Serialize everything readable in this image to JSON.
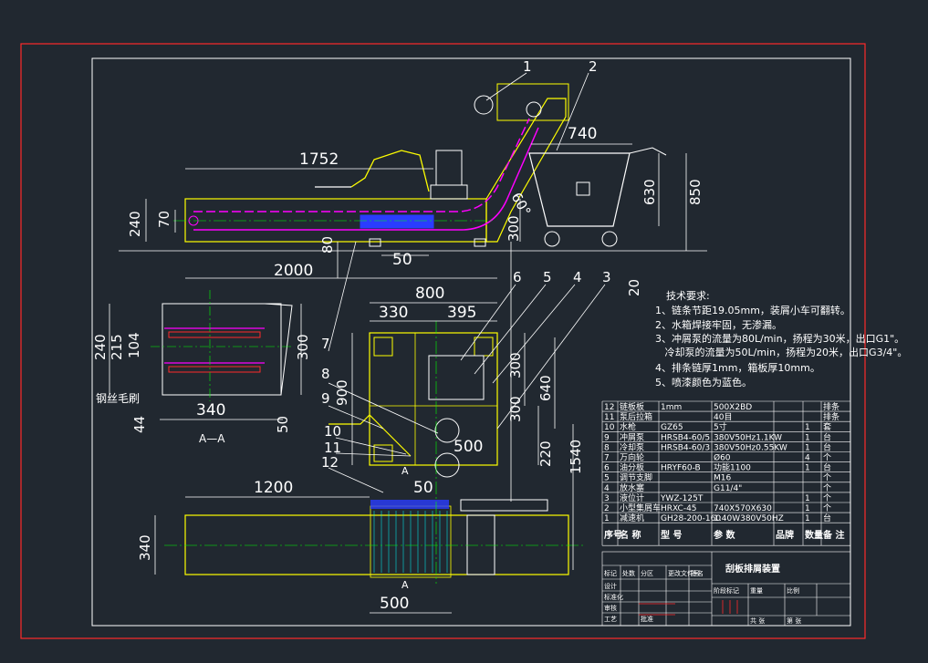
{
  "drawing_title": "刮板排屑装置",
  "balloons": [
    "1",
    "2",
    "3",
    "4",
    "5",
    "6",
    "7",
    "8",
    "9",
    "10",
    "11",
    "12"
  ],
  "dims_top": {
    "d1752": "1752",
    "d740": "740",
    "d850": "850",
    "d630": "630",
    "d240": "240",
    "d70": "70",
    "d60": "60°",
    "d300": "300",
    "d80": "80",
    "d50": "50",
    "d2000": "2000"
  },
  "dims_plan": {
    "d800": "800",
    "d330": "330",
    "d395": "395",
    "d20": "20",
    "d900": "900",
    "d300a": "300",
    "d640": "640",
    "d300b": "300",
    "d500c": "500",
    "d220": "220",
    "d1540": "1540",
    "d1200": "1200",
    "d340": "340",
    "d500": "500",
    "d50s": "50",
    "secA1": "A",
    "secA2": "A"
  },
  "dims_section": {
    "d240": "240",
    "d215": "215",
    "d104": "104",
    "d300": "300",
    "d340": "340",
    "d44": "44",
    "d50": "50",
    "label": "钢丝毛刷",
    "section_name": "A—A"
  },
  "notes": {
    "title": "技术要求:",
    "lines": [
      "1、链条节距19.05mm，装屑小车可翻转。",
      "2、水箱焊接牢固，无渗漏。",
      "3、冲屑泵的流量为80L/min，扬程为30米，出口G1\"。",
      "   冷却泵的流量为50L/min，扬程为20米，出口G3/4\"。",
      "4、排条链厚1mm，箱板厚10mm。",
      "5、喷漆颜色为蓝色。"
    ]
  },
  "parts_table": {
    "header": [
      "序号",
      "名  称",
      "型  号",
      "参  数",
      "品牌",
      "数量",
      "备 注"
    ],
    "rows": [
      [
        "12",
        "链板板",
        "1mm",
        "500X2BD",
        "",
        "",
        "排条"
      ],
      [
        "11",
        "泵后拉箱",
        "",
        "40目",
        "",
        "",
        "排条"
      ],
      [
        "10",
        "水枪",
        "GZ65",
        "5寸",
        "",
        "1",
        "套"
      ],
      [
        "9",
        "冲屑泵",
        "HRSB4-60/5",
        "380V50Hz1.1KW",
        "",
        "1",
        "台"
      ],
      [
        "8",
        "冷却泵",
        "HRSB4-60/3",
        "380V50Hz0.55KW",
        "",
        "1",
        "台"
      ],
      [
        "7",
        "万向轮",
        "",
        "Ø60",
        "",
        "4",
        "个"
      ],
      [
        "6",
        "油分板",
        "HRYF60-B",
        "功能1100",
        "",
        "1",
        "台"
      ],
      [
        "5",
        "调节支脚",
        "",
        "M16",
        "",
        "",
        "个"
      ],
      [
        "4",
        "放水塞",
        "",
        "G11/4\"",
        "",
        "",
        "个"
      ],
      [
        "3",
        "液位计",
        "YWZ-125T",
        "",
        "",
        "1",
        "个"
      ],
      [
        "2",
        "小型集屑车",
        "HRXC-45",
        "740X570X630",
        "",
        "1",
        "个"
      ],
      [
        "1",
        "减速机",
        "GH28-200-160",
        "1:40W380V50HZ",
        "",
        "1",
        "台"
      ]
    ],
    "title_block": [
      "标记",
      "处数",
      "分区",
      "更改文件号",
      "签名",
      "年月日",
      "设计",
      "标准化",
      "审核",
      "工艺",
      "批准",
      "阶段标记",
      "重量",
      "比例",
      "共 张",
      "第 张"
    ]
  },
  "colors": {
    "frame": "#ffffff",
    "border": "#ff2a2a",
    "outline": "#ffff00",
    "chain": "#ff00ff",
    "center": "#00ff00",
    "dimension": "#ffffff",
    "hatch": "#00ffff",
    "blue": "#2a3cff"
  }
}
